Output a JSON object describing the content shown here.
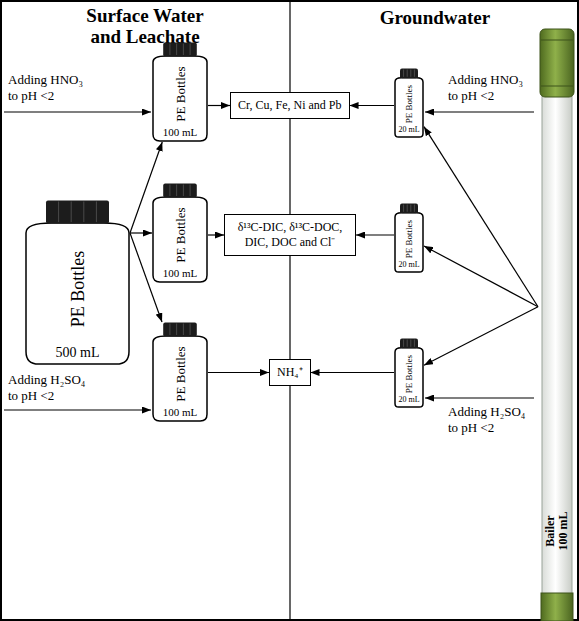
{
  "diagram": {
    "nodes": [
      {
        "text": [
          "PE Bottles",
          "500 mL"
        ]
      },
      {
        "text": [
          "PE Bottles",
          "100 mL"
        ]
      },
      {
        "text": [
          "PE Bottles",
          "100 mL"
        ]
      },
      {
        "text": [
          "PE Bottles",
          "100 mL"
        ]
      },
      {
        "text": [
          "Cr, Cu, Fe, Ni and Pb"
        ]
      },
      {
        "text": [
          "δ¹³C-DIC, δ¹³C-DOC, DIC, DOC and Cl⁻"
        ]
      },
      {
        "text": [
          "NH₄⁺"
        ]
      },
      {
        "text": [
          "PE Bottles",
          "20 mL"
        ]
      },
      {
        "text": [
          "PE Bottles",
          "20 mL"
        ]
      },
      {
        "text": [
          "PE Bottles",
          "20 mL"
        ]
      },
      {
        "text": [
          "Bailer",
          "100 mL"
        ]
      }
    ],
    "edges": [
      {
        "from": 0,
        "to": 1,
        "arrow": "to"
      },
      {
        "from": 0,
        "to": 2,
        "arrow": "to"
      },
      {
        "from": 0,
        "to": 3,
        "arrow": "to"
      },
      {
        "from": 1,
        "to": 4,
        "arrow": "to"
      },
      {
        "from": 2,
        "to": 5,
        "arrow": "to"
      },
      {
        "from": 3,
        "to": 6,
        "arrow": "to"
      },
      {
        "from": 7,
        "to": 4,
        "arrow": "to"
      },
      {
        "from": 8,
        "to": 5,
        "arrow": "to"
      },
      {
        "from": 9,
        "to": 6,
        "arrow": "to"
      },
      {
        "from": 10,
        "to": 7,
        "arrow": "to"
      },
      {
        "from": 10,
        "to": 8,
        "arrow": "to"
      },
      {
        "from": 10,
        "to": 9,
        "arrow": "to"
      }
    ],
    "labels": [
      "Surface Water and Leachate",
      "Groundwater",
      "Adding HNO₃ to pH <2",
      "Adding HNO₃ to pH <2",
      "Adding H₂SO₄ to pH <2",
      "Adding H₂SO₄ to pH <2"
    ]
  }
}
